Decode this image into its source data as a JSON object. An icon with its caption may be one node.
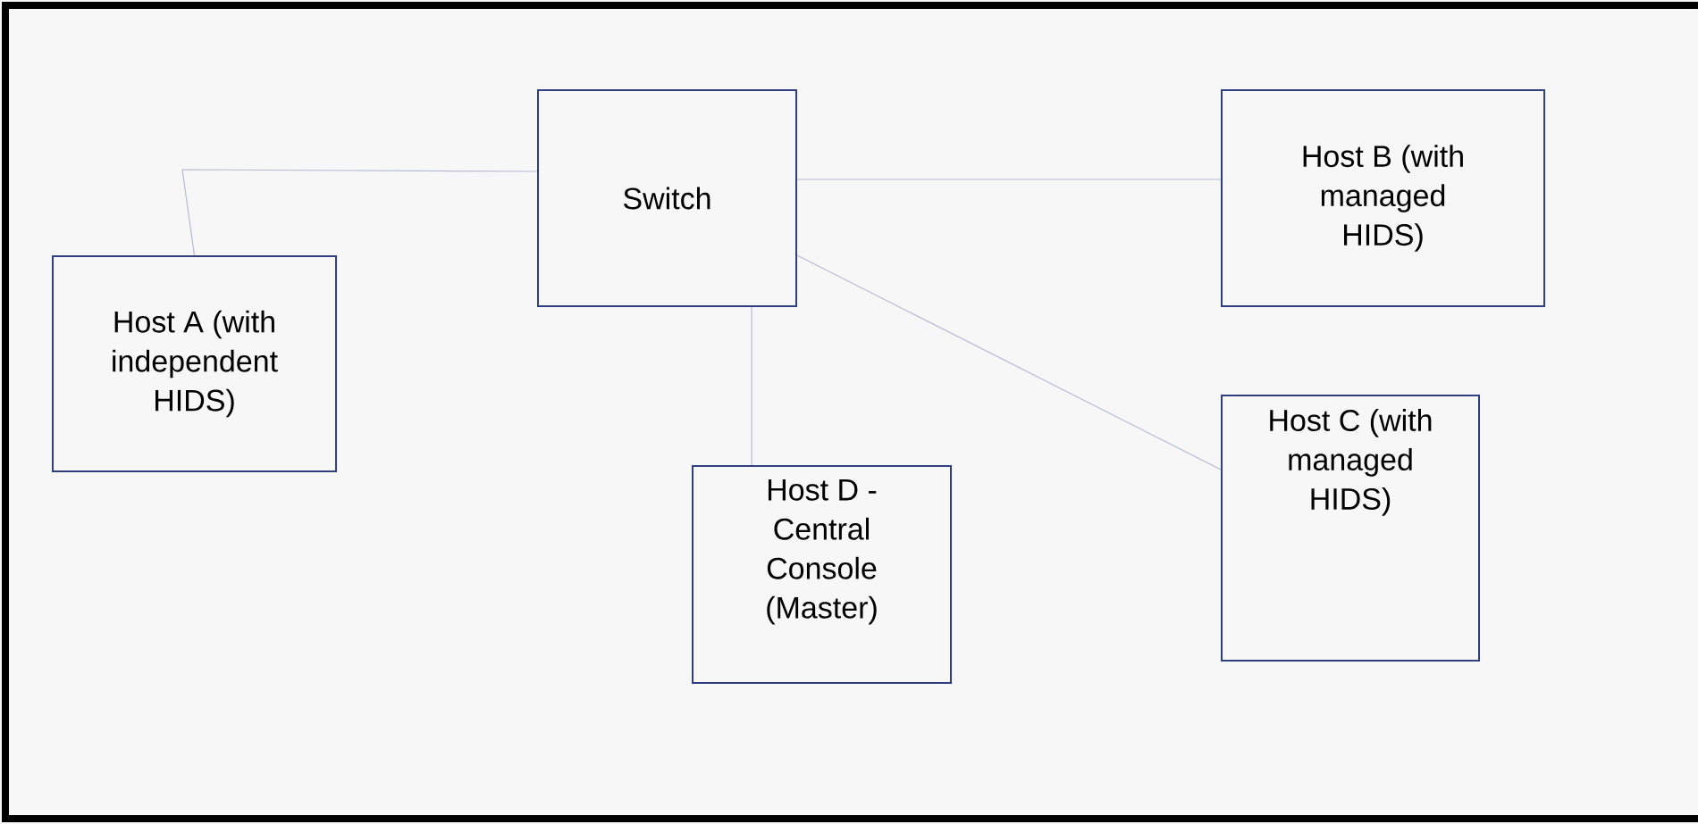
{
  "diagram": {
    "nodes": [
      {
        "text": [
          "Switch"
        ]
      },
      {
        "text": [
          "Host A (with independent HIDS)"
        ]
      },
      {
        "text": [
          "Host B (with managed HIDS)"
        ]
      },
      {
        "text": [
          "Host C (with managed HIDS)"
        ]
      },
      {
        "text": [
          "Host D - Central Console (Master)"
        ]
      }
    ],
    "edges": [
      {
        "from": 0,
        "to": 1,
        "arrow": "none"
      },
      {
        "from": 0,
        "to": 2,
        "arrow": "none"
      },
      {
        "from": 0,
        "to": 3,
        "arrow": "none"
      },
      {
        "from": 0,
        "to": 4,
        "arrow": "none"
      }
    ]
  }
}
